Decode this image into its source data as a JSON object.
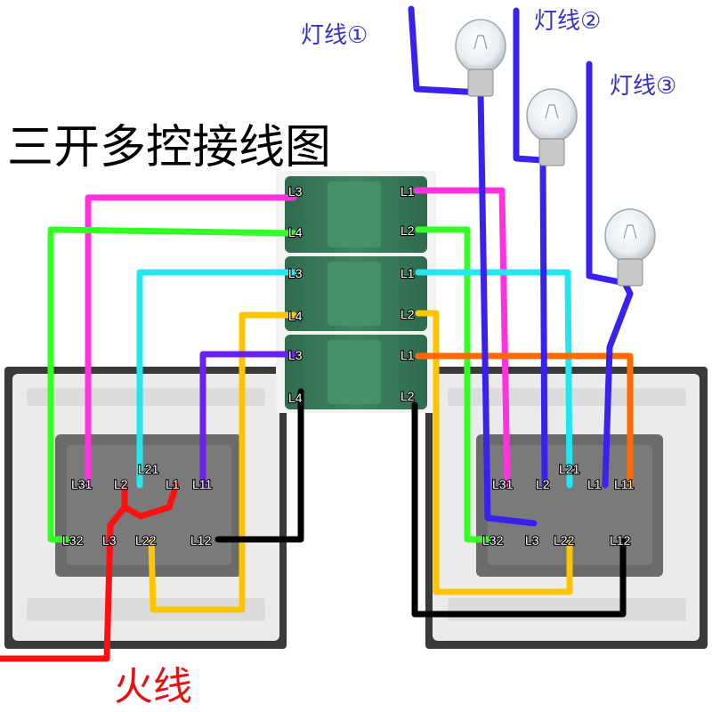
{
  "title": "三开多控接线图",
  "fire_label": "火线",
  "lamp_labels": [
    "灯线①",
    "灯线②",
    "灯线③"
  ],
  "left_switch": {
    "top_terminals": [
      "L31",
      "L2",
      "L21",
      "L1",
      "L11"
    ],
    "bottom_terminals": [
      "L32",
      "L3",
      "L22",
      "L12"
    ]
  },
  "right_switch": {
    "top_terminals": [
      "L31",
      "L2",
      "L21",
      "L1",
      "L11"
    ],
    "bottom_terminals": [
      "L32",
      "L3",
      "L22",
      "L12"
    ]
  },
  "middle_module": {
    "left_terminals": [
      "L3",
      "L4",
      "L3",
      "L4",
      "L3",
      "L4"
    ],
    "right_terminals": [
      "L1",
      "L2",
      "L1",
      "L2",
      "L1",
      "L2"
    ]
  },
  "colors": {
    "magenta": "#ff33dd",
    "green": "#33ff22",
    "cyan": "#22e6f0",
    "yellow": "#ffc400",
    "purple": "#6a22ee",
    "orange": "#ff6a00",
    "blue": "#3a22ee",
    "red": "#ff1010",
    "black": "#000000"
  }
}
